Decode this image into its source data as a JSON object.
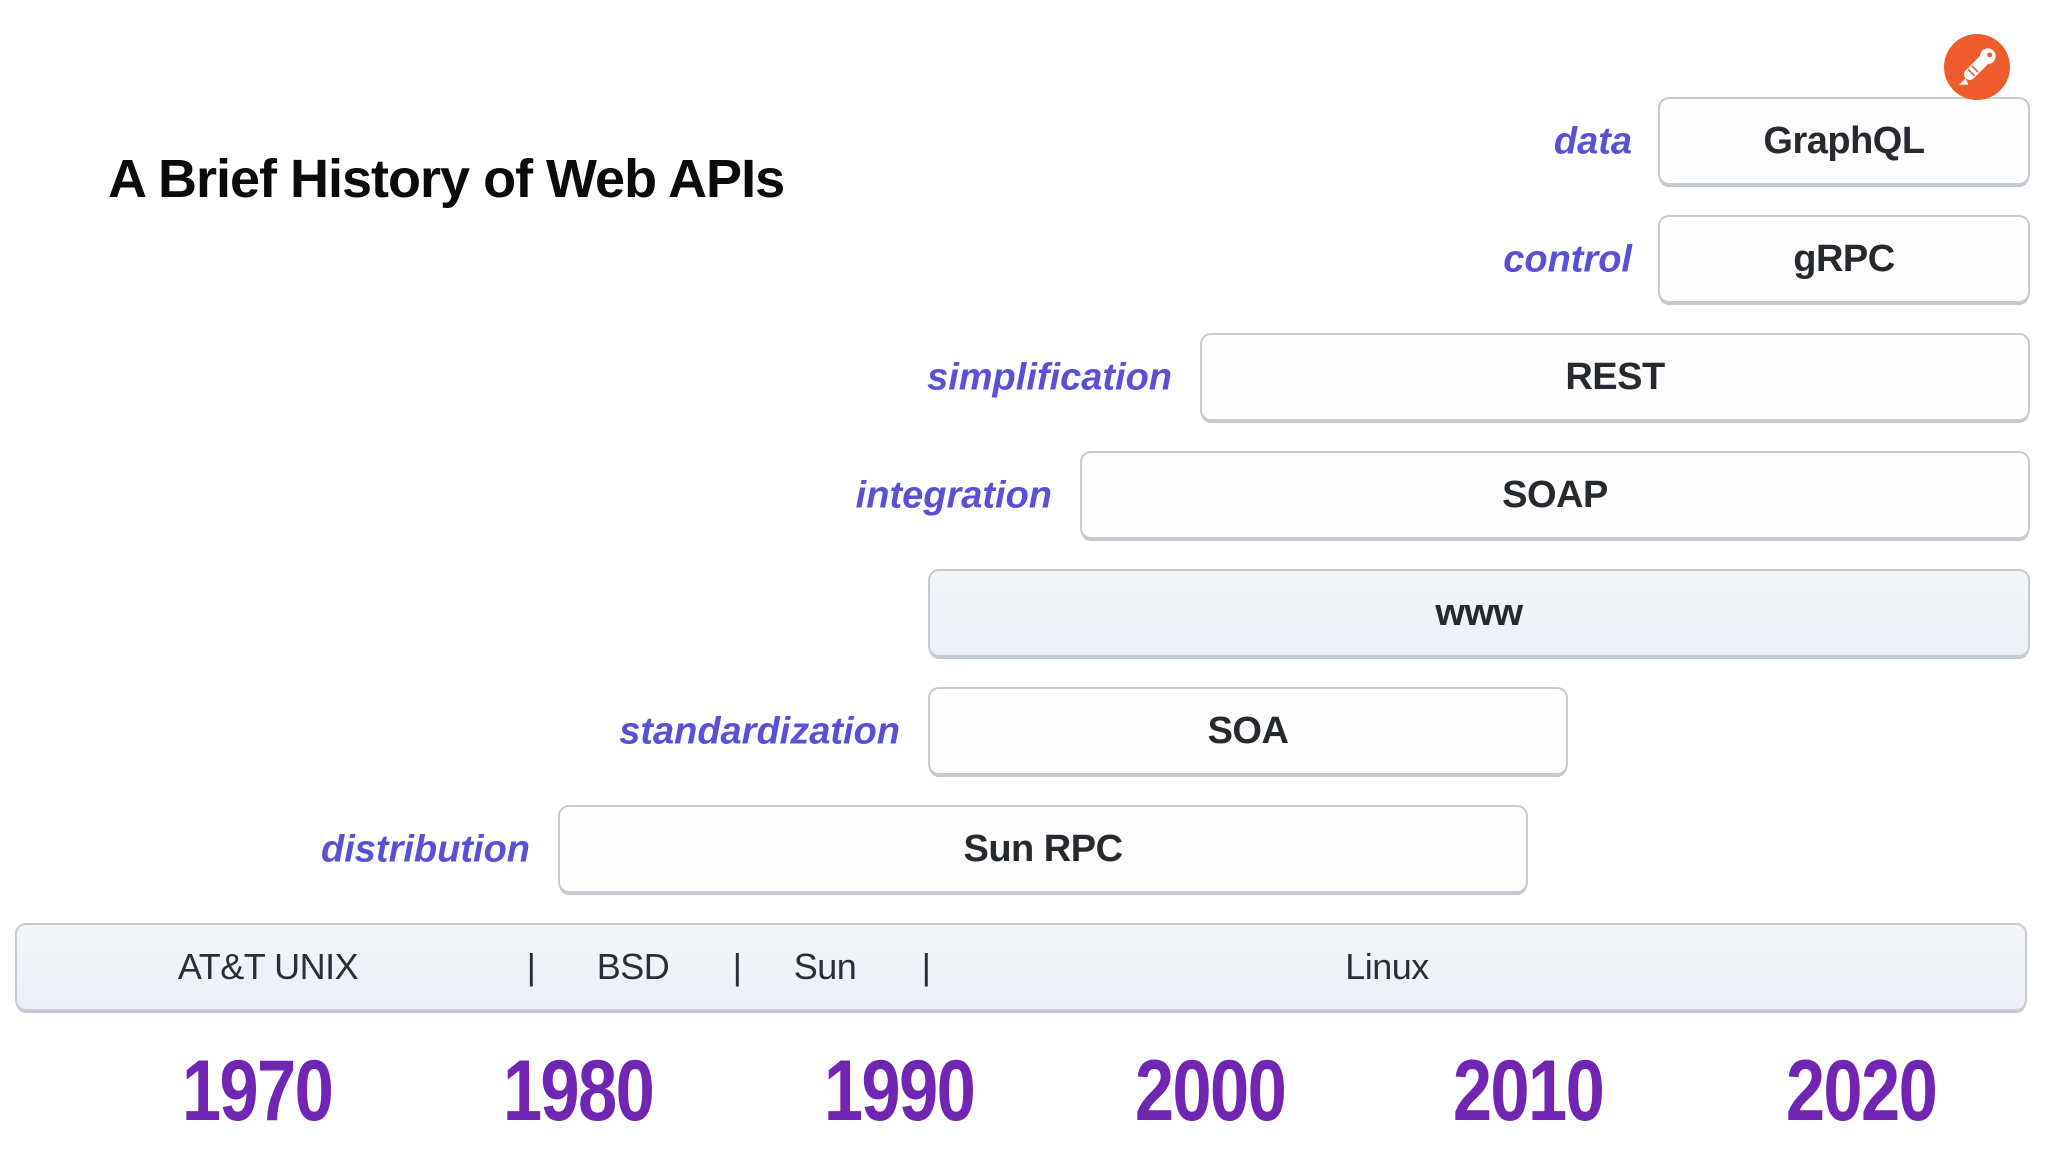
{
  "title": "A Brief History of Web APIs",
  "logo": {
    "name": "postman-logo",
    "circle_color": "#ee5b2c",
    "glyph_color": "#ffffff"
  },
  "colors": {
    "era_label_purple": "#5850d6",
    "year_purple": "#7126b3",
    "box_border_gray": "#c6cad2",
    "box_text": "#26292e",
    "filled_box_gray": "#eff1f6",
    "background": "#ffffff"
  },
  "rows": [
    {
      "label": "data",
      "name": "GraphQL",
      "filled": false
    },
    {
      "label": "control",
      "name": "gRPC",
      "filled": false
    },
    {
      "label": "simplification",
      "name": "REST",
      "filled": false
    },
    {
      "label": "integration",
      "name": "SOAP",
      "filled": false
    },
    {
      "label": "",
      "name": "www",
      "filled": true
    },
    {
      "label": "standardization",
      "name": "SOA",
      "filled": false
    },
    {
      "label": "distribution",
      "name": "Sun RPC",
      "filled": false
    }
  ],
  "os_bar": {
    "separator": "|",
    "items": [
      "AT&T UNIX",
      "BSD",
      "Sun",
      "Linux"
    ]
  },
  "years": [
    "1970",
    "1980",
    "1990",
    "2000",
    "2010",
    "2020"
  ]
}
